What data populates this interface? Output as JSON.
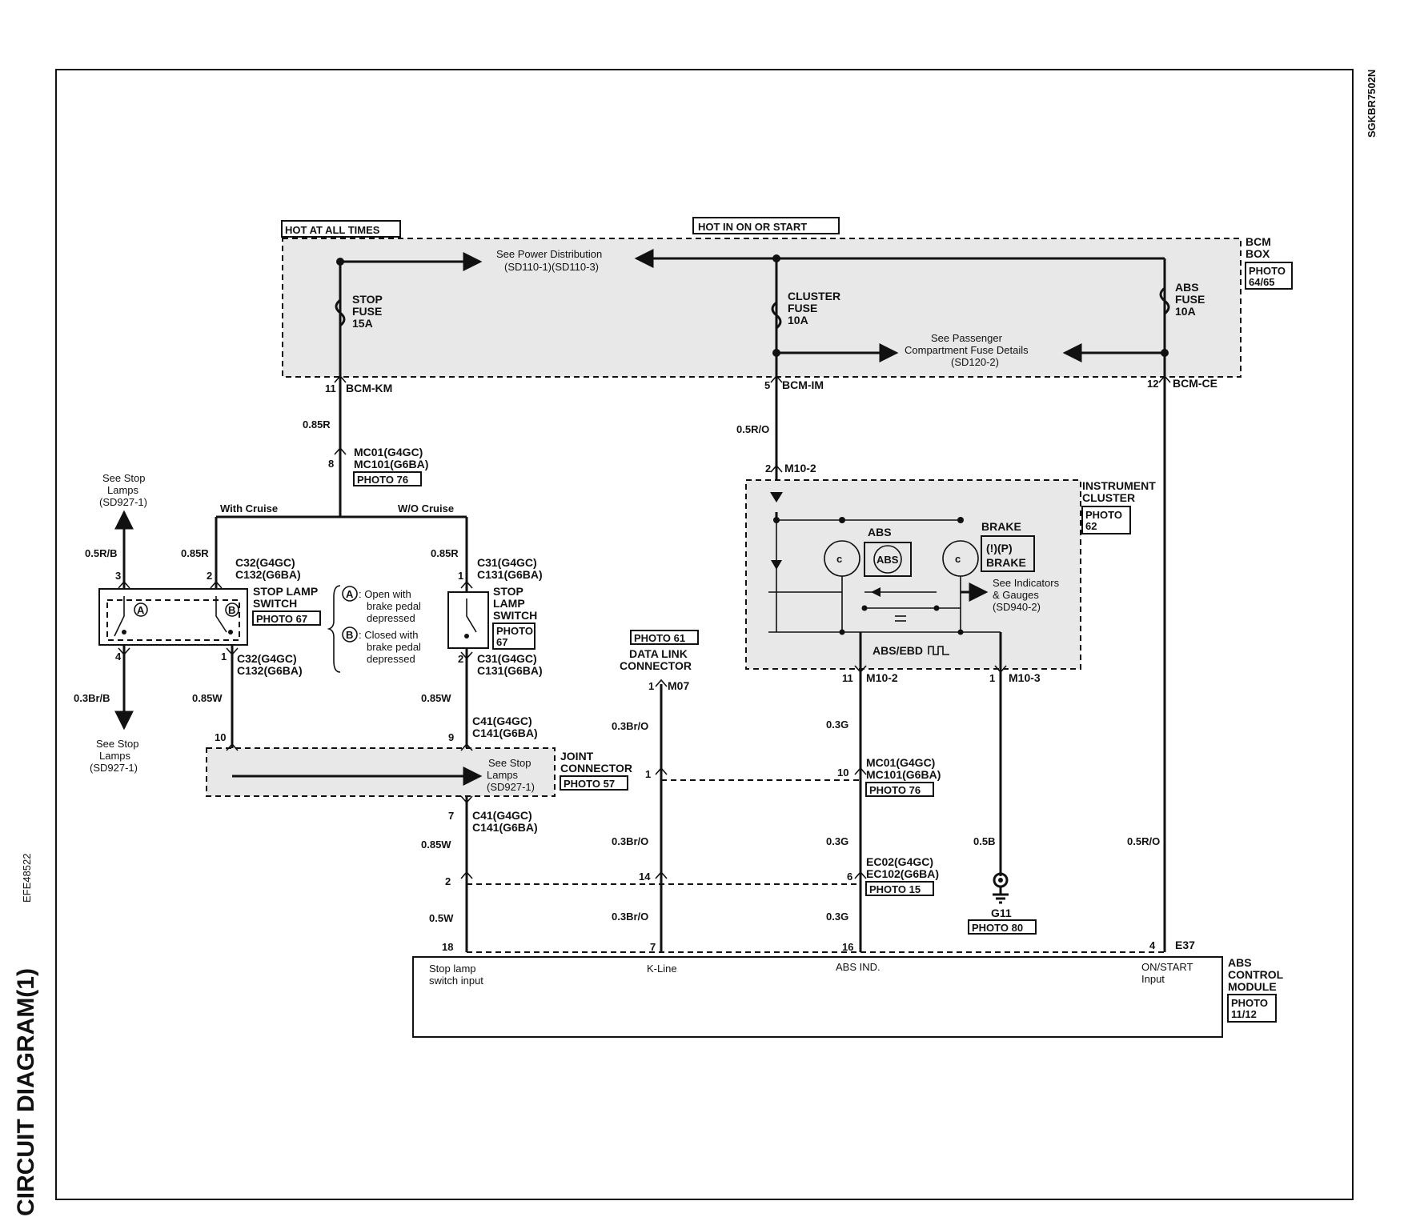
{
  "header": {
    "side_title": "CIRCUIT DIAGRAM(1)",
    "doc_code": "EFE48522",
    "sheet_code": "SGKBR7502N"
  },
  "supply": {
    "hot_at_all_times": "HOT AT ALL TIMES",
    "hot_in_on_or_start": "HOT IN ON OR START",
    "see_power_dist_1": "See Power Distribution",
    "see_power_dist_2": "(SD110-1)(SD110-3)",
    "see_pass_1": "See Passenger",
    "see_pass_2": "Compartment  Fuse Details",
    "see_pass_3": "(SD120-2)"
  },
  "bcm": {
    "title_1": "BCM",
    "title_2": "BOX",
    "photo_1": "PHOTO",
    "photo_2": "64/65",
    "stop_fuse": [
      "STOP",
      "FUSE",
      "15A"
    ],
    "cluster_fuse": [
      "CLUSTER",
      "FUSE",
      "10A"
    ],
    "abs_fuse": [
      "ABS",
      "FUSE",
      "10A"
    ],
    "pin_km": "11",
    "conn_km": "BCM-KM",
    "pin_im": "5",
    "conn_im": "BCM-IM",
    "pin_ce": "12",
    "conn_ce": "BCM-CE"
  },
  "wires": {
    "w085r": "0.85R",
    "w05ro": "0.5R/O",
    "w05rb": "0.5R/B",
    "w085r_left": "0.85R",
    "w085r_right": "0.85R",
    "w03brb": "0.3Br/B",
    "w085w_left": "0.85W",
    "w085w_right": "0.85W",
    "w085w_low": "0.85W",
    "w05w": "0.5W",
    "w03bro_1": "0.3Br/O",
    "w03bro_2": "0.3Br/O",
    "w03bro_3": "0.3Br/O",
    "w03g_1": "0.3G",
    "w03g_2": "0.3G",
    "w03g_3": "0.3G",
    "w05b": "0.5B",
    "w05ro_right": "0.5R/O"
  },
  "connectors": {
    "mc01_pin": "8",
    "mc01": "MC01(G4GC)",
    "mc101": "MC101(G6BA)",
    "mc_photo": "PHOTO 76",
    "with_cruise": "With Cruise",
    "wo_cruise": "W/O Cruise",
    "c32_top": "C32(G4GC)",
    "c132_top": "C132(G6BA)",
    "c32_bot": "C32(G4GC)",
    "c132_bot": "C132(G6BA)",
    "c31_top": "C31(G4GC)",
    "c131_top": "C131(G6BA)",
    "c31_bot": "C31(G4GC)",
    "c131_bot": "C131(G6BA)",
    "c41_top": "C41(G4GC)",
    "c141_top": "C141(G6BA)",
    "c41_bot": "C41(G4GC)",
    "c141_bot": "C141(G6BA)",
    "mc01b": "MC01(G4GC)",
    "mc101b": "MC101(G6BA)",
    "mc_photo_b": "PHOTO 76",
    "ec02": "EC02(G4GC)",
    "ec102": "EC102(G6BA)",
    "ec_photo": "PHOTO 15",
    "m10_2_top": "M10-2",
    "m10_2_bot": "M10-2",
    "m10_3": "M10-3",
    "m07": "M07",
    "e37": "E37"
  },
  "pins": {
    "p3": "3",
    "p2": "2",
    "p4": "4",
    "p1": "1",
    "p1b": "1",
    "p2b": "2",
    "p10": "10",
    "p9": "9",
    "p7": "7",
    "p2c": "2",
    "p18": "18",
    "p14": "14",
    "p7b": "7",
    "p1c": "1",
    "p1d": "1",
    "p10b": "10",
    "p6": "6",
    "p16": "16",
    "p2d": "2",
    "p11": "11",
    "p1e": "1",
    "p4b": "4"
  },
  "stop_lamps": {
    "see_top": [
      "See Stop",
      "Lamps",
      "(SD927-1)"
    ],
    "see_bot": [
      "See Stop",
      "Lamps",
      "(SD927-1)"
    ],
    "see_mid": [
      "See Stop",
      "Lamps",
      "(SD927-1)"
    ]
  },
  "stop_switch": {
    "title": [
      "STOP LAMP",
      "SWITCH"
    ],
    "photo": "PHOTO 67",
    "title2": [
      "STOP",
      "LAMP",
      "SWITCH"
    ],
    "photo2": [
      "PHOTO",
      "67"
    ],
    "mark_a": "A",
    "mark_b": "B",
    "note_a": [
      ": Open with",
      "brake pedal",
      "depressed"
    ],
    "note_b": [
      ": Closed with",
      "brake pedal",
      "depressed"
    ]
  },
  "joint": {
    "title": [
      "JOINT",
      "CONNECTOR"
    ],
    "photo": "PHOTO 57"
  },
  "dlc": {
    "photo": "PHOTO 61",
    "title": [
      "DATA LINK",
      "CONNECTOR"
    ]
  },
  "cluster": {
    "title": [
      "INSTRUMENT",
      "CLUSTER"
    ],
    "photo": [
      "PHOTO",
      "62"
    ],
    "abs_label": "ABS",
    "abs_icon": "ABS",
    "brake_label": "BRAKE",
    "brake_icon": "(!)(P)",
    "brake_text": "BRAKE",
    "see_ind": [
      "See Indicators",
      "& Gauges",
      "(SD940-2)"
    ],
    "abs_ebd": "ABS/EBD"
  },
  "ground": {
    "name": "G11",
    "photo": "PHOTO 80"
  },
  "abs_module": {
    "title": [
      "ABS",
      "CONTROL",
      "MODULE"
    ],
    "photo": [
      "PHOTO",
      "11/12"
    ],
    "in_stop": [
      "Stop lamp",
      "switch input"
    ],
    "in_kline": "K-Line",
    "in_abs": "ABS IND.",
    "in_on": [
      "ON/START",
      "Input"
    ]
  },
  "colors": {
    "ink": "#111111",
    "shade": "#e8e8e8",
    "paper": "#ffffff"
  }
}
